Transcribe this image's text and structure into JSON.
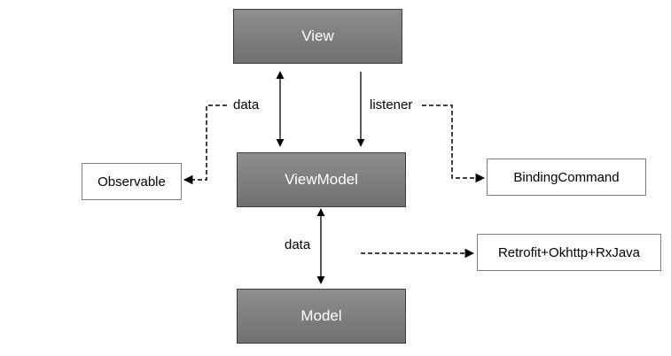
{
  "nodes": {
    "view": "View",
    "viewmodel": "ViewModel",
    "model": "Model",
    "observable": "Observable",
    "binding_command": "BindingCommand",
    "retrofit": "Retrofit+Okhttp+RxJava"
  },
  "labels": {
    "data_top": "data",
    "listener": "listener",
    "data_bottom": "data"
  },
  "colors": {
    "dark_box_top": "#8e8e8e",
    "dark_box_bottom": "#707070",
    "dark_box_text": "#ffffff",
    "line": "#000000"
  }
}
